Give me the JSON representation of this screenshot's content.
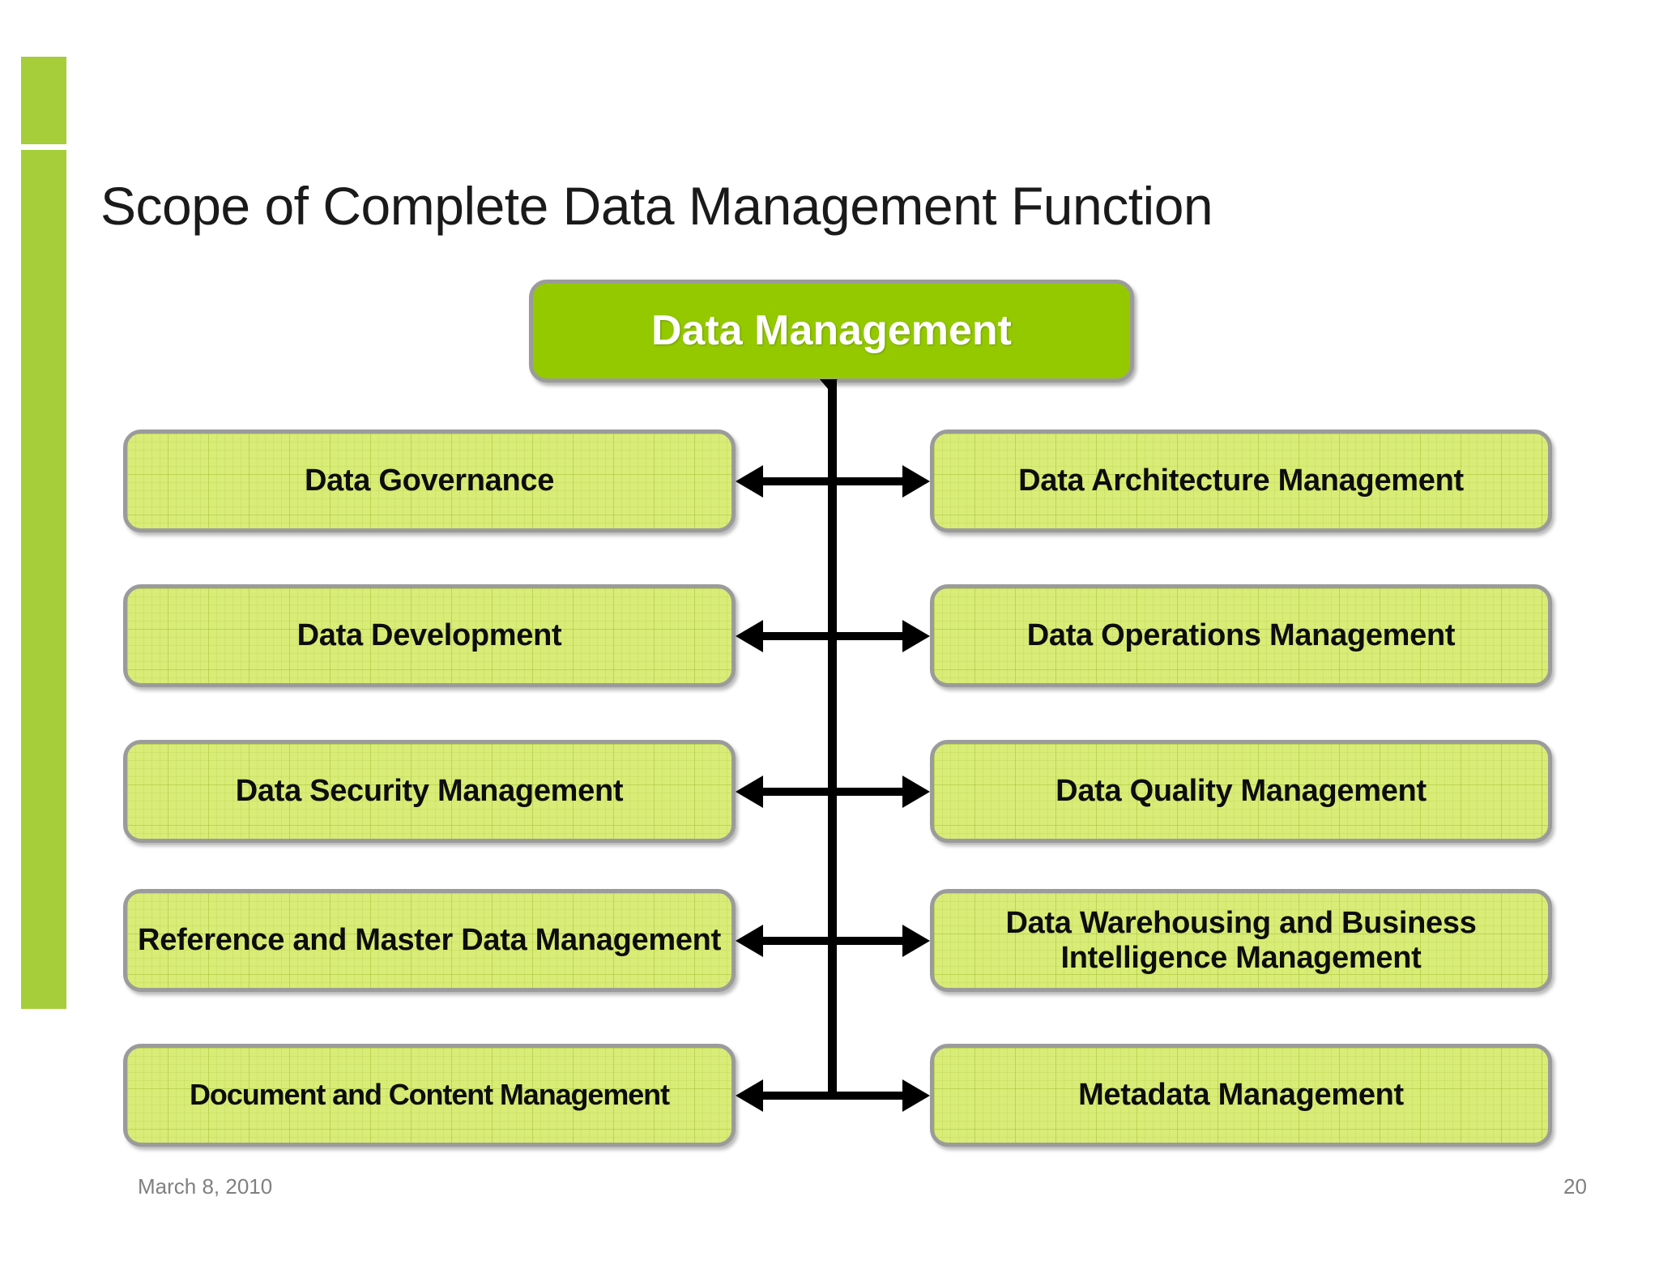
{
  "slide": {
    "title": "Scope of Complete Data Management Function",
    "accent_color": "#a5ce3a",
    "root_fill": "#94c900",
    "node_fill": "#d9ec77",
    "node_border": "#9b9b9b"
  },
  "diagram": {
    "type": "hierarchy",
    "root": {
      "label": "Data Management"
    },
    "rows": [
      {
        "left": {
          "label": "Data Governance"
        },
        "right": {
          "label": "Data Architecture Management"
        },
        "connector": "double-arrow"
      },
      {
        "left": {
          "label": "Data Development"
        },
        "right": {
          "label": "Data Operations Management"
        },
        "connector": "double-arrow"
      },
      {
        "left": {
          "label": "Data Security Management"
        },
        "right": {
          "label": "Data Quality Management"
        },
        "connector": "double-arrow"
      },
      {
        "left": {
          "label": "Reference and Master Data Management"
        },
        "right": {
          "label": "Data Warehousing and Business Intelligence Management"
        },
        "connector": "double-arrow"
      },
      {
        "left": {
          "label": "Document and Content Management"
        },
        "right": {
          "label": "Metadata Management"
        },
        "connector": "double-arrow"
      }
    ]
  },
  "footer": {
    "date": "March 8, 2010",
    "page_number": "20"
  }
}
